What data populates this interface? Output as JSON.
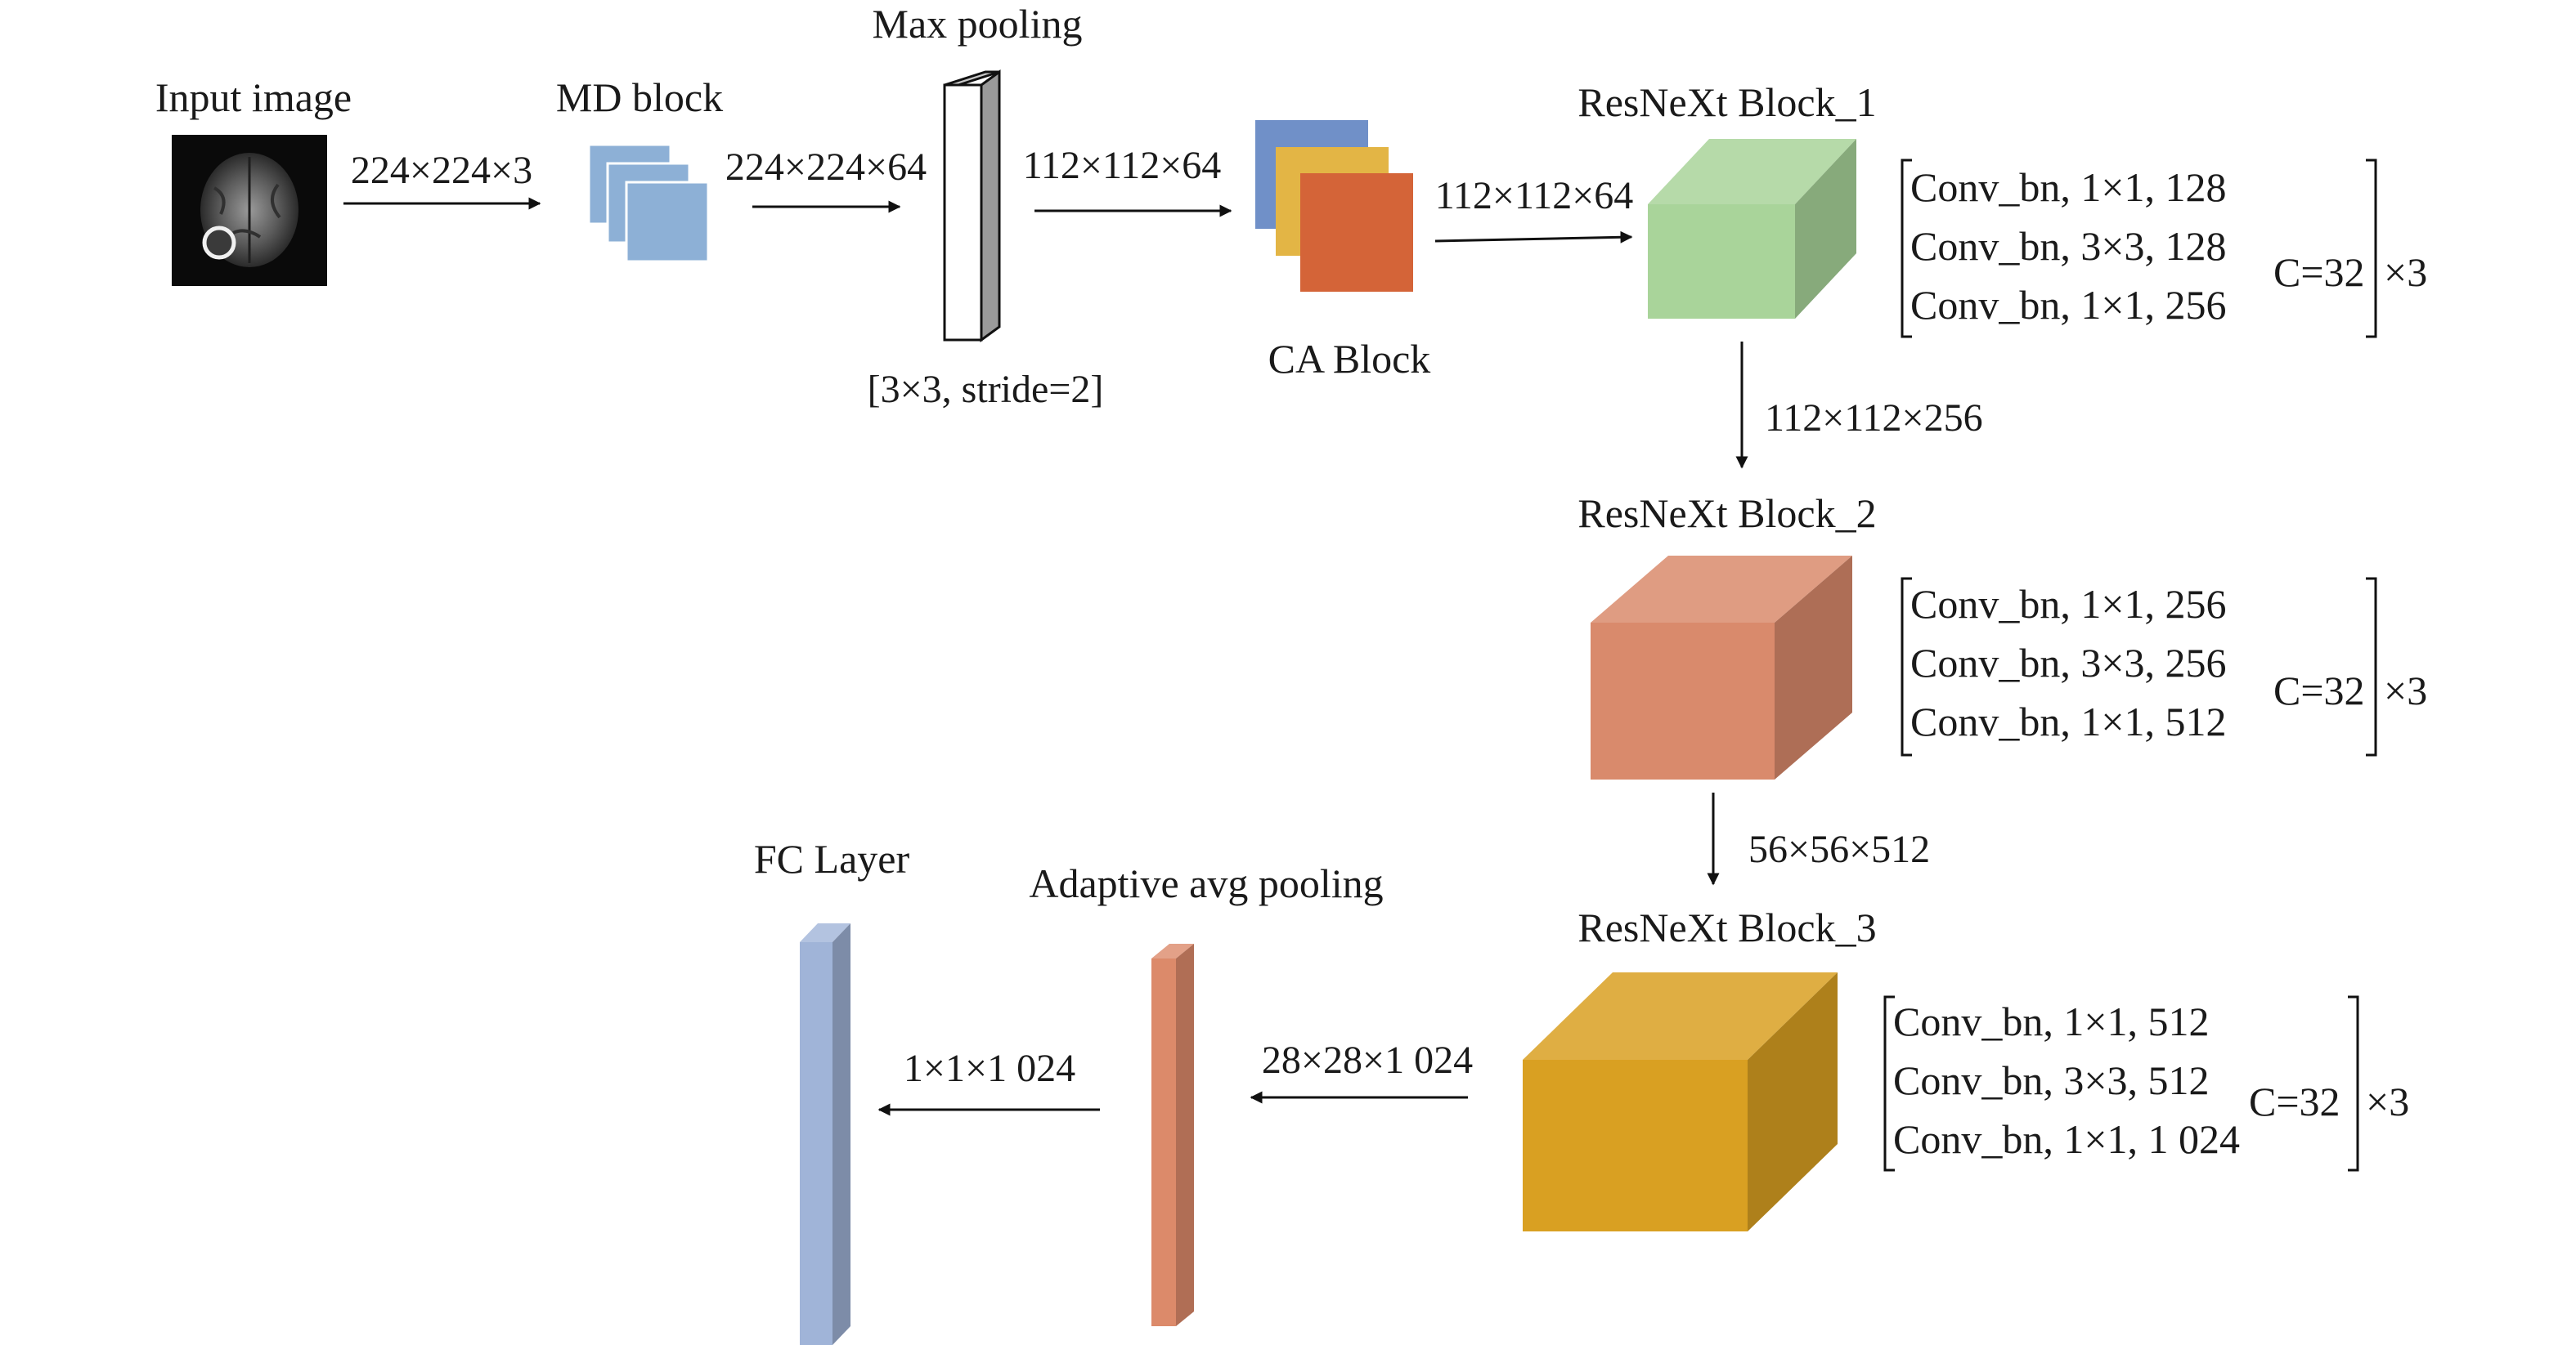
{
  "input": {
    "label": "Input image",
    "dim_out": "224×224×3"
  },
  "md_block": {
    "label": "MD block",
    "dim_out": "224×224×64"
  },
  "max_pooling": {
    "label": "Max pooling",
    "param": "[3×3, stride=2]",
    "dim_out": "112×112×64"
  },
  "ca_block": {
    "label": "CA Block",
    "dim_out": "112×112×64"
  },
  "resnext_blocks": [
    {
      "label": "ResNeXt Block_1",
      "specs": [
        "Conv_bn, 1×1, 128",
        "Conv_bn, 3×3, 128",
        "Conv_bn, 1×1, 256"
      ],
      "cardinality": "C=32",
      "repeat": "×3",
      "dim_out": "112×112×256"
    },
    {
      "label": "ResNeXt Block_2",
      "specs": [
        "Conv_bn, 1×1, 256",
        "Conv_bn, 3×3, 256",
        "Conv_bn, 1×1, 512"
      ],
      "cardinality": "C=32",
      "repeat": "×3",
      "dim_out": "56×56×512"
    },
    {
      "label": "ResNeXt Block_3",
      "specs": [
        "Conv_bn, 1×1, 512",
        "Conv_bn, 3×3, 512",
        "Conv_bn, 1×1, 1 024"
      ],
      "cardinality": "C=32",
      "repeat": "×3",
      "dim_out": "28×28×1 024"
    }
  ],
  "adaptive_pool": {
    "label": "Adaptive avg pooling",
    "dim_out": "1×1×1 024"
  },
  "fc_layer": {
    "label": "FC Layer"
  },
  "colors": {
    "md_block": "#8db0d6",
    "ca_blue": "#7090c8",
    "ca_yellow": "#e3b545",
    "ca_orange": "#d46438",
    "block1": "#a9d49a",
    "block2": "#d98a6c",
    "block3": "#d9a022",
    "adaptive_pool": "#dc8a6a",
    "fc_layer": "#a0b4d8"
  }
}
